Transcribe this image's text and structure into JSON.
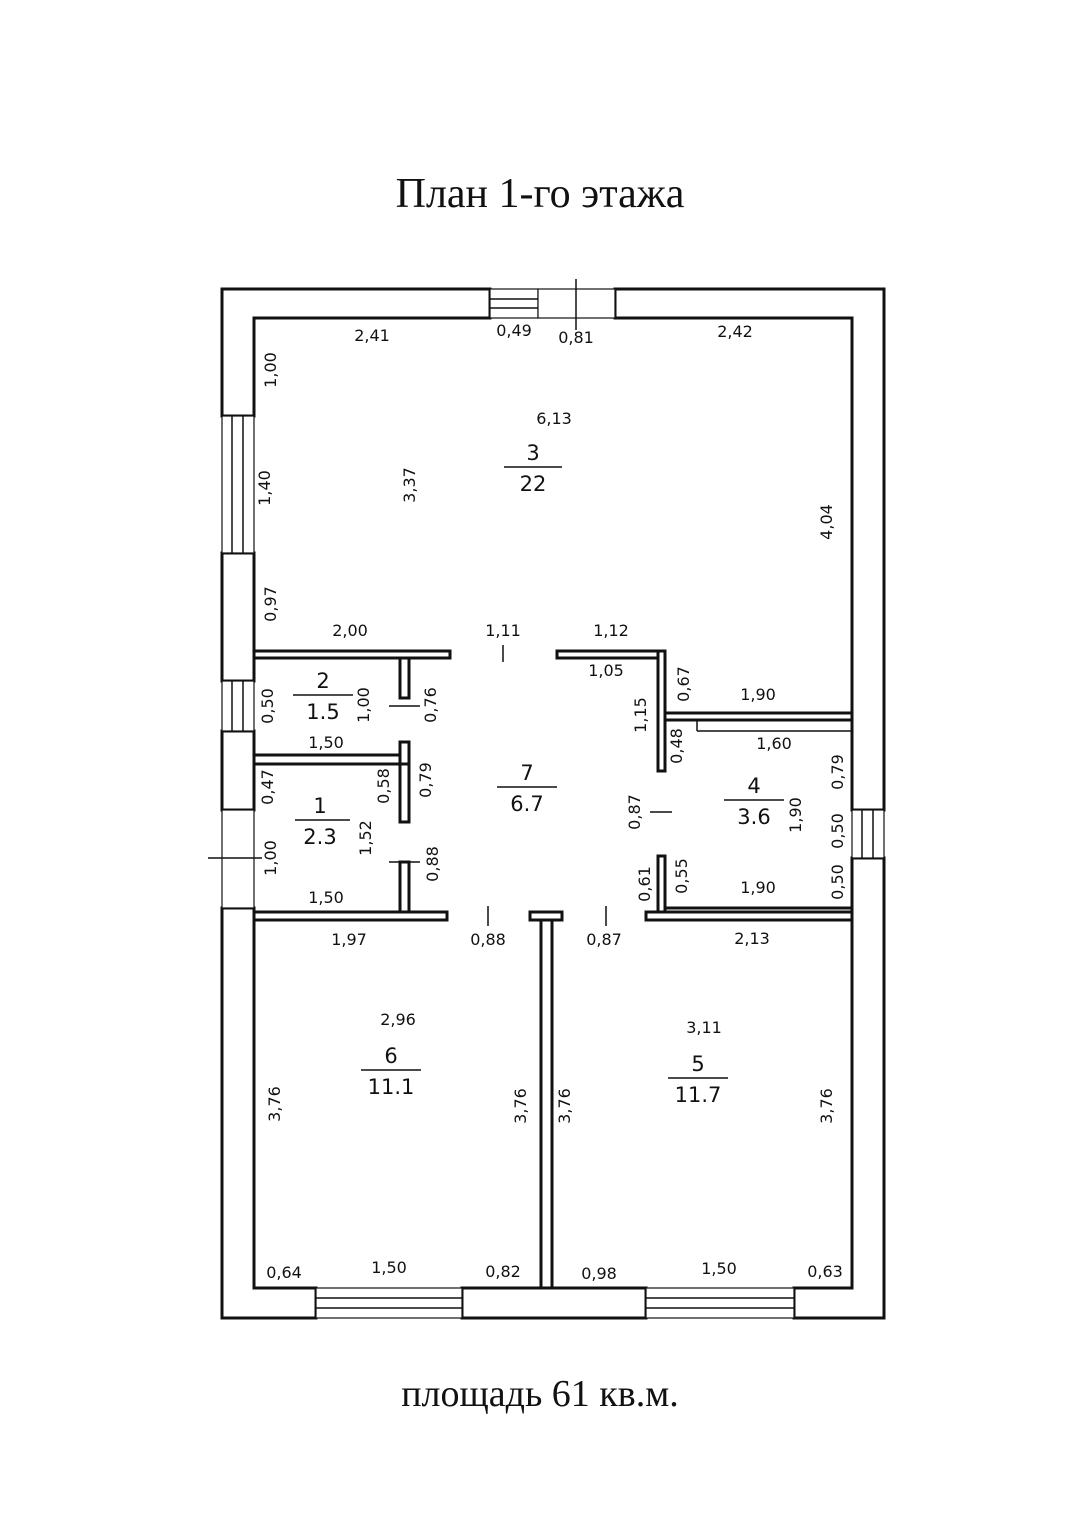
{
  "title": "План 1-го этажа",
  "footer": "площадь 61 кв.м.",
  "rooms": [
    {
      "num": "3",
      "area": "22"
    },
    {
      "num": "2",
      "area": "1.5"
    },
    {
      "num": "1",
      "area": "2.3"
    },
    {
      "num": "7",
      "area": "6.7"
    },
    {
      "num": "4",
      "area": "3.6"
    },
    {
      "num": "6",
      "area": "11.1"
    },
    {
      "num": "5",
      "area": "11.7"
    }
  ],
  "dims": {
    "top_a": "2,41",
    "top_b": "0,49",
    "top_c": "0,81",
    "top_d": "2,42",
    "r3_width": "6,13",
    "r3_height": "3,37",
    "r3_right": "4,04",
    "left_1": "1,00",
    "left_2": "1,40",
    "left_3": "0,97",
    "r3_bottom_a": "2,00",
    "r3_bottom_b": "1,11",
    "r3_bottom_c": "1,12",
    "r7_top": "1,05",
    "r7_right_a": "1,15",
    "r7_left_a": "0,76",
    "r7_left_b": "0,79",
    "r7_left_c": "0,88",
    "r7_right_b": "0,87",
    "r7_right_c": "0,61",
    "r2_left": "0,50",
    "r2_right": "1,00",
    "r2_bottom": "1,50",
    "r1_left_a": "0,47",
    "r1_left_b": "1,00",
    "r1_right_a": "0,58",
    "r1_right_b": "1,52",
    "r1_bottom": "1,50",
    "r4_a": "0,67",
    "r4_b": "1,90",
    "r4_c": "0,48",
    "r4_d": "1,60",
    "r4_e": "0,79",
    "r4_f": "1,90",
    "r4_g": "0,50",
    "r4_h": "0,55",
    "r4_i": "1,90",
    "r4_j": "0,50",
    "r6_top_a": "1,97",
    "r6_top_b": "0,88",
    "r6_width": "2,96",
    "r6_left": "3,76",
    "r6_right": "3,76",
    "r6_bot_a": "0,64",
    "r6_bot_b": "1,50",
    "r6_bot_c": "0,82",
    "r5_top_a": "0,87",
    "r5_top_b": "2,13",
    "r5_width": "3,11",
    "r5_left": "3,76",
    "r5_right": "3,76",
    "r5_bot_a": "0,98",
    "r5_bot_b": "1,50",
    "r5_bot_c": "0,63"
  }
}
